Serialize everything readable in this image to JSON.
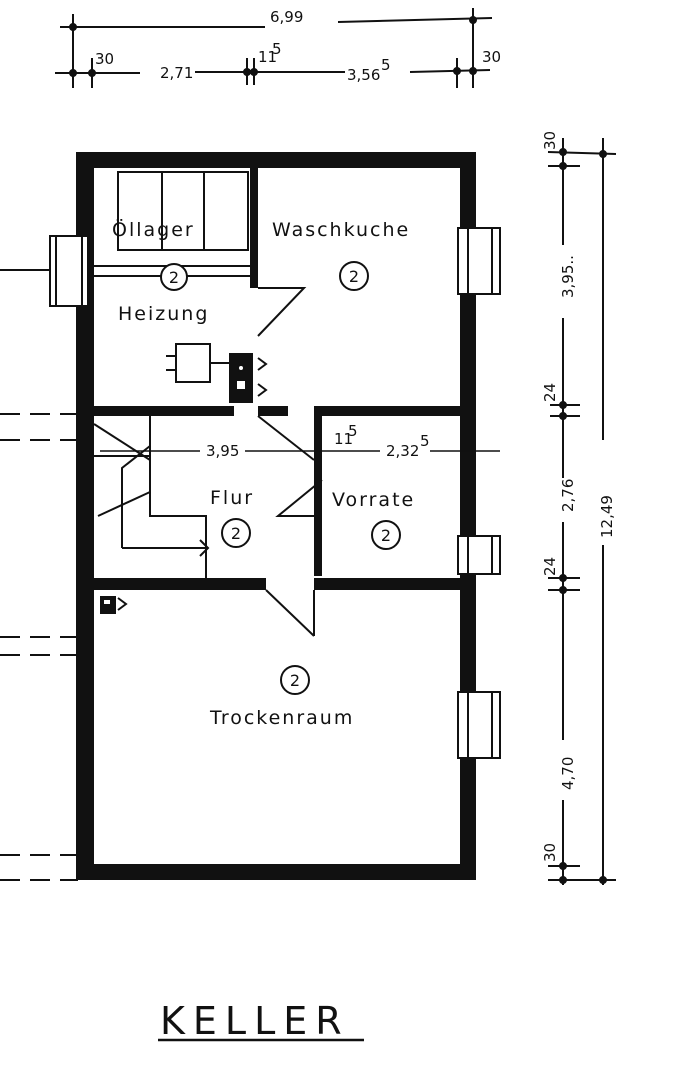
{
  "title": "KELLER",
  "rooms": {
    "oellager": "Öllager",
    "waschkueche": "Waschkuche",
    "heizung": "Heizung",
    "flur": "Flur",
    "vorraete": "Vorrate",
    "trockenraum": "Trockenraum"
  },
  "room_number": "2",
  "dims_top": {
    "total": "6,99",
    "wall_left": "30",
    "left_span": "2,71",
    "inner_wall": "11",
    "inner_wall_sup": "5",
    "right_span": "3,56",
    "right_span_sup": "5",
    "wall_right": "30"
  },
  "dims_inner": {
    "flur_width": "3,95",
    "wall": "11",
    "wall_sup": "5",
    "vorraete_width": "2,32",
    "vorraete_sup": "5"
  },
  "dims_right": {
    "top_wall": "30",
    "upper": "3,95..",
    "wall_1": "24",
    "middle": "2,76",
    "wall_2": "24",
    "lower": "4,70",
    "bottom_wall": "30",
    "total": "12,49"
  }
}
